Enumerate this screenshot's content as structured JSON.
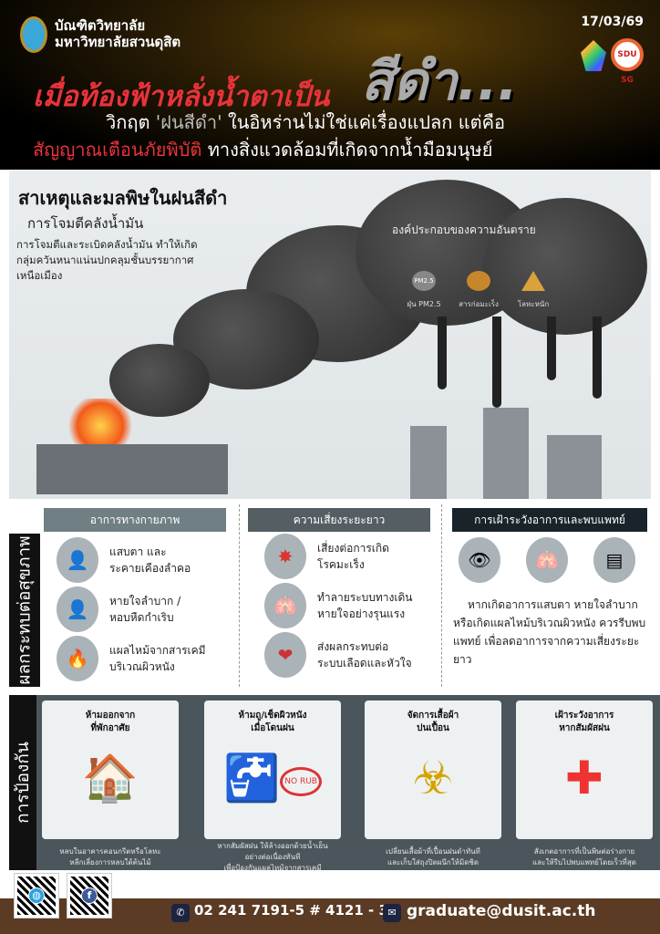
{
  "header": {
    "university_line1": "บัณฑิตวิทยาลัย",
    "university_line2": "มหาวิทยาลัยสวนดุสิต",
    "date": "17/03/69",
    "sdg_badge": "SDU SG",
    "title_red": "เมื่อท้องฟ้าหลั่งน้ำตาเป็น",
    "title_big": "สีดำ...",
    "subtitle_a": "วิกฤต ",
    "subtitle_quote": "'ฝนสีดำ'",
    "subtitle_b": " ในอิหร่านไม่ใช่แค่เรื่องแปลก แต่คือ",
    "subtitle_red": "สัญญาณเตือนภัยพิบัติ",
    "subtitle_c": " ทางสิ่งแวดล้อมที่เกิดจากน้ำมือมนุษย์"
  },
  "causes": {
    "title": "สาเหตุและมลพิษในฝนสีดำ",
    "subtitle": "การโจมตีคลังน้ำมัน",
    "description": "การโจมตีและระเบิดคลังน้ำมัน ทำให้เกิดกลุ่มควันหนาแน่นปกคลุมชั้นบรรยากาศเหนือเมือง",
    "components_title": "องค์ประกอบของความอันตราย",
    "components": [
      {
        "icon": "PM2.5",
        "label": "ฝุ่น PM2.5"
      },
      {
        "icon": "",
        "label": "สารก่อมะเร็ง"
      },
      {
        "icon": "",
        "label": "โลหะหนัก"
      }
    ]
  },
  "health": {
    "side_label": "ผลกระทบต่อสุขภาพ",
    "columns": [
      {
        "title": "อาการทางกายภาพ",
        "color": "#6f7f84",
        "items": [
          {
            "icon": "throat-icon",
            "glyph": "👤",
            "text1": "แสบตา และ",
            "text2": "ระคายเคืองลำคอ"
          },
          {
            "icon": "breathing-icon",
            "glyph": "👤",
            "text1": "หายใจลำบาก /",
            "text2": "หอบหืดกำเริบ"
          },
          {
            "icon": "burn-icon",
            "glyph": "🔥",
            "text1": "แผลไหม้จากสารเคมี",
            "text2": "บริเวณผิวหนัง"
          }
        ]
      },
      {
        "title": "ความเสี่ยงระยะยาว",
        "color": "#545e63",
        "items": [
          {
            "icon": "cancer-cell-icon",
            "glyph": "✸",
            "text1": "เสี่ยงต่อการเกิด",
            "text2": "โรคมะเร็ง"
          },
          {
            "icon": "lungs-icon",
            "glyph": "🫁",
            "text1": "ทำลายระบบทางเดิน",
            "text2": "หายใจอย่างรุนแรง"
          },
          {
            "icon": "heart-icon",
            "glyph": "❤",
            "text1": "ส่งผลกระทบต่อ",
            "text2": "ระบบเลือดและหัวใจ"
          }
        ]
      },
      {
        "title": "การเฝ้าระวังอาการและพบแพทย์",
        "color": "#18242a",
        "advice": "หากเกิดอาการแสบตา หายใจลำบาก หรือเกิดแผลไหม้บริเวณผิวหนัง ควรรีบพบแพทย์ เพื่อลดอาการจากความเสี่ยงระยะยาว"
      }
    ]
  },
  "prevention": {
    "side_label": "การป้องกัน",
    "cards": [
      {
        "title1": "ห้ามออกจาก",
        "title2": "ที่พักอาศัย",
        "glyph": "🏠",
        "caption1": "หลบในอาคารคอนกรีตหรือโลหะ",
        "caption2": "หลีกเลี่ยงการหลบใต้ต้นไม้",
        "caption3": ""
      },
      {
        "title1": "ห้ามถู/เช็ดผิวหนัง",
        "title2": "เมื่อโดนฝน",
        "glyph": "🚰",
        "badge": "NO RUB",
        "caption1": "หากสัมผัสฝน ให้ล้างออกด้วยน้ำเย็น",
        "caption2": "อย่างต่อเนื่องทันที",
        "caption3": "เพื่อป้องกันแผลไหม้จากสารเคมี"
      },
      {
        "title1": "จัดการเสื้อผ้า",
        "title2": "ปนเปื้อน",
        "glyph": "☣",
        "caption1": "เปลี่ยนเสื้อผ้าที่เปื้อนฝนดำทันที",
        "caption2": "และเก็บใส่ถุงปิดผนึกให้มิดชิด",
        "caption3": ""
      },
      {
        "title1": "เฝ้าระวังอาการ",
        "title2": "หากสัมผัสฝน",
        "glyph": "✚",
        "caption1": "สังเกตอาการที่เป็นพิษต่อร่างกาย",
        "caption2": "และให้รีบไปพบแพทย์โดยเร็วที่สุด",
        "caption3": ""
      }
    ]
  },
  "footer": {
    "phone": "02 241 7191-5 # 4121 - 3",
    "email": "graduate@dusit.ac.th"
  },
  "colors": {
    "red": "#e8333a",
    "brown": "#5b3b24",
    "slate": "#4b565c"
  }
}
